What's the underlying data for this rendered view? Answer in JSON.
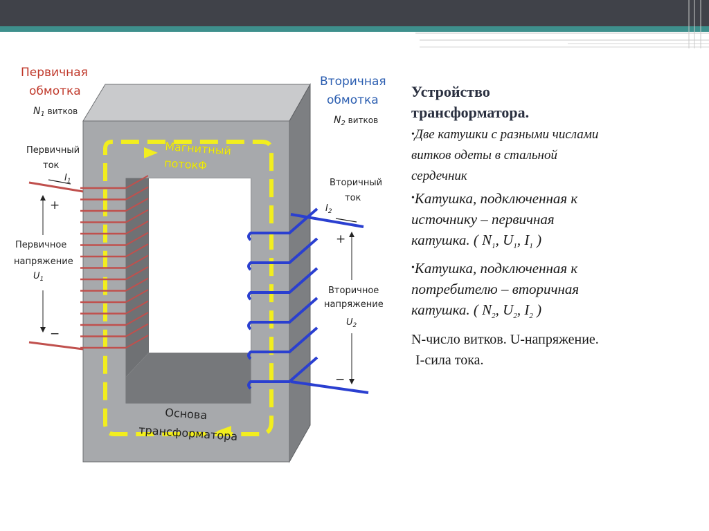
{
  "slide": {
    "title_line1": "Устройство",
    "title_line2": "трансформатора.",
    "bullets": [
      "Две катушки с разными числами витков одеты в стальной сердечник",
      "Катушка, подключенная к источнику – первичная катушка. ( N",
      "Катушка, подключенная к потребителю – вторичная катушка. ( N"
    ],
    "bullet1_line1": "Две катушки с разными числами",
    "bullet1_line2": "витков одеты в стальной",
    "bullet1_line3": "сердечник",
    "bullet2_line1": "Катушка, подключенная к",
    "bullet2_line2": "источнику – первичная",
    "bullet2_line3_prefix": "катушка. ( N",
    "bullet2_sub1": "1",
    "bullet2_u": ", U",
    "bullet2_sub2": "1",
    "bullet2_i": ", I",
    "bullet2_sub3": "1",
    "bullet2_end": " )",
    "bullet3_line1": "Катушка, подключенная к",
    "bullet3_line2": "потребителю – вторичная",
    "bullet3_line3_prefix": "катушка. ( N",
    "bullet3_sub1": "2",
    "bullet3_u": ", U",
    "bullet3_sub2": "2",
    "bullet3_i": ", I",
    "bullet3_sub3": "2",
    "bullet3_end": " )",
    "note_line1": "N-число витков. U-напряжение.",
    "note_line2": "I-сила тока."
  },
  "diagram": {
    "primary_winding_line1": "Первичная",
    "primary_winding_line2": "обмотка",
    "n1": "N",
    "n1_sub": "1",
    "n1_suffix": " витков",
    "secondary_winding_line1": "Вторичная",
    "secondary_winding_line2": "обмотка",
    "n2": "N",
    "n2_sub": "2",
    "n2_suffix": " витков",
    "primary_current_line1": "Первичный",
    "primary_current_line2": "ток",
    "i1": "I",
    "i1_sub": "1",
    "secondary_current_line1": "Вторичный",
    "secondary_current_line2": "ток",
    "i2": "I",
    "i2_sub": "2",
    "primary_voltage_line1": "Первичное",
    "primary_voltage_line2": "напряжение",
    "u1": "U",
    "u1_sub": "1",
    "secondary_voltage_line1": "Вторичное",
    "secondary_voltage_line2": "напряжение",
    "u2": "U",
    "u2_sub": "2",
    "plus": "+",
    "minus": "−",
    "flux_line1": "Магнитный",
    "flux_line2": "поток",
    "flux_symbol": "Φ",
    "core_line1": "Основа",
    "core_line2": "трансформатора",
    "colors": {
      "primary": "#c0504d",
      "primary_label": "#c0392b",
      "secondary": "#2a3fd0",
      "secondary_label": "#2a5db0",
      "flux": "#f2ee1e",
      "core_front": "#a7a9ac",
      "core_top": "#c9cacc",
      "core_side": "#7d7f82"
    }
  }
}
